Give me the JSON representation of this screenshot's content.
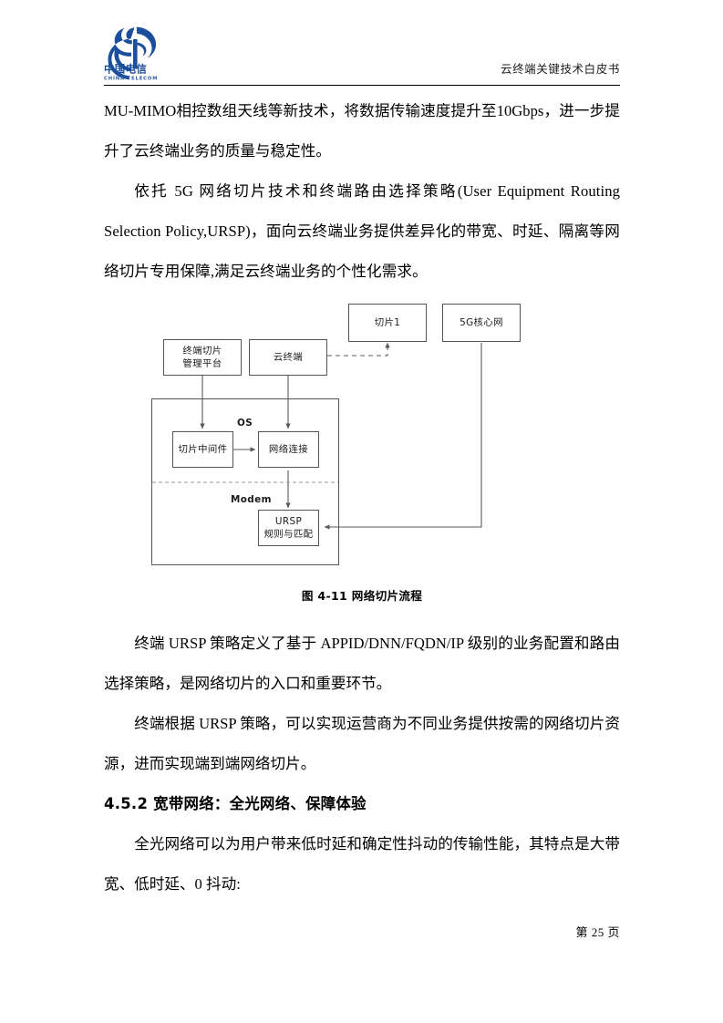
{
  "document": {
    "header_title": "云终端关键技术白皮书",
    "logo_alt": "中国电信 CHINA TELECOM",
    "logo_cn": "中国电信",
    "logo_en": "CHINA TELECOM",
    "logo_color": "#1b4f9c",
    "footer_page": "第 25 页"
  },
  "paragraphs": {
    "p1": "MU-MIMO相控数组天线等新技术，将数据传输速度提升至10Gbps，进一步提升了云终端业务的质量与稳定性。",
    "p2": "依托 5G 网络切片技术和终端路由选择策略(User Equipment Routing Selection Policy,URSP)，面向云终端业务提供差异化的带宽、时延、隔离等网络切片专用保障,满足云终端业务的个性化需求。",
    "p3": "终端 URSP 策略定义了基于 APPID/DNN/FQDN/IP 级别的业务配置和路由选择策略，是网络切片的入口和重要环节。",
    "p4": "终端根据 URSP 策略，可以实现运营商为不同业务提供按需的网络切片资源，进而实现端到端网络切片。",
    "p5": "全光网络可以为用户带来低时延和确定性抖动的传输性能，其特点是大带宽、低时延、0 抖动:"
  },
  "heading": {
    "number": "4.5.2",
    "text": "宽带网络：全光网络、保障体验",
    "full": "4.5.2  宽带网络：全光网络、保障体验"
  },
  "figure": {
    "caption": "图 4-11 网络切片流程",
    "nodes": {
      "slice1": "切片1",
      "core5g": "5G核心网",
      "platform_line1": "终端切片",
      "platform_line2": "管理平台",
      "cloud_terminal": "云终端",
      "os": "OS",
      "slice_middleware": "切片中间件",
      "network_connection": "网络连接",
      "modem": "Modem",
      "ursp_line1": "URSP",
      "ursp_line2": "规则与匹配"
    },
    "edge_style": {
      "solid": "#595959",
      "dashed": "#595959"
    }
  }
}
